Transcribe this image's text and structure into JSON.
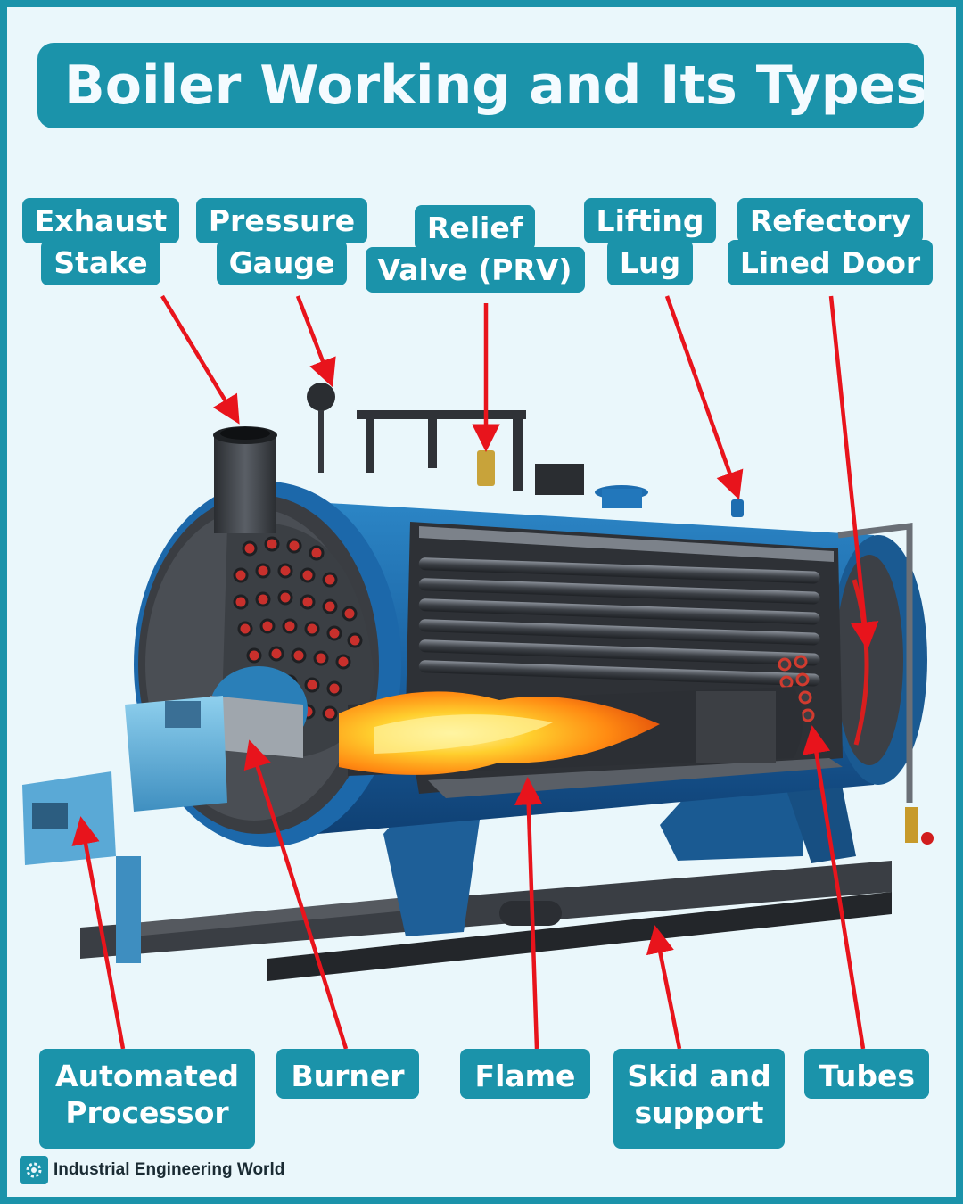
{
  "title": "Boiler Working and Its Types",
  "labels": {
    "exhaust_stake": [
      "Exhaust",
      "Stake"
    ],
    "pressure_gauge": [
      "Pressure",
      "Gauge"
    ],
    "relief_valve": [
      "Relief",
      "Valve (PRV)"
    ],
    "lifting_lug": [
      "Lifting",
      "Lug"
    ],
    "refractory_door": [
      "Refectory",
      "Lined Door"
    ],
    "automated_processor": [
      "Automated",
      "Processor"
    ],
    "burner": "Burner",
    "flame": "Flame",
    "skid_support": [
      "Skid and",
      "support"
    ],
    "tubes": "Tubes"
  },
  "footer": {
    "brand": "Industrial Engineering World"
  },
  "colors": {
    "accent": "#1b93aa",
    "arrow": "#e8141c",
    "shell": "#1d6fb0",
    "background": "#eaf7fb"
  },
  "icons": {
    "logo": "gear-icon"
  }
}
